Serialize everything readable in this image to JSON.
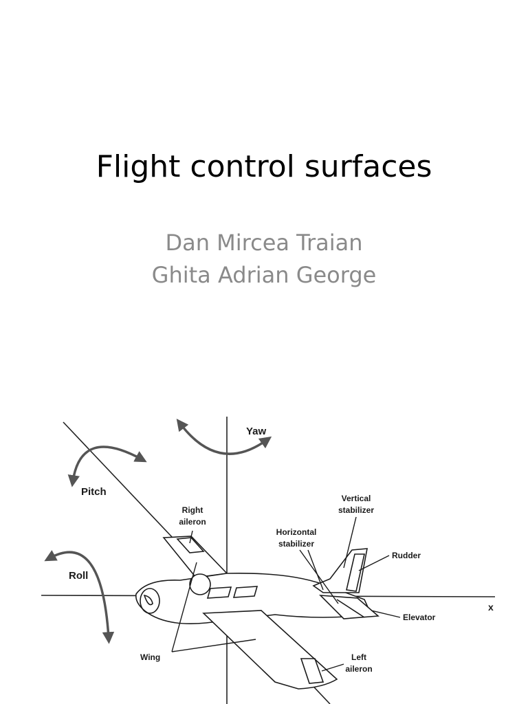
{
  "slide": {
    "title": "Flight control surfaces",
    "authors": [
      "Dan Mircea Traian",
      "Ghita Adrian George"
    ]
  },
  "diagram": {
    "labels": {
      "yaw": "Yaw",
      "pitch": "Pitch",
      "roll": "Roll",
      "right_aileron_1": "Right",
      "right_aileron_2": "aileron",
      "vertical_stabilizer_1": "Vertical",
      "vertical_stabilizer_2": "stabilizer",
      "horizontal_stabilizer_1": "Horizontal",
      "horizontal_stabilizer_2": "stabilizer",
      "rudder": "Rudder",
      "elevator": "Elevator",
      "wing": "Wing",
      "left_aileron_1": "Left",
      "left_aileron_2": "aileron",
      "x_axis": "x"
    }
  }
}
